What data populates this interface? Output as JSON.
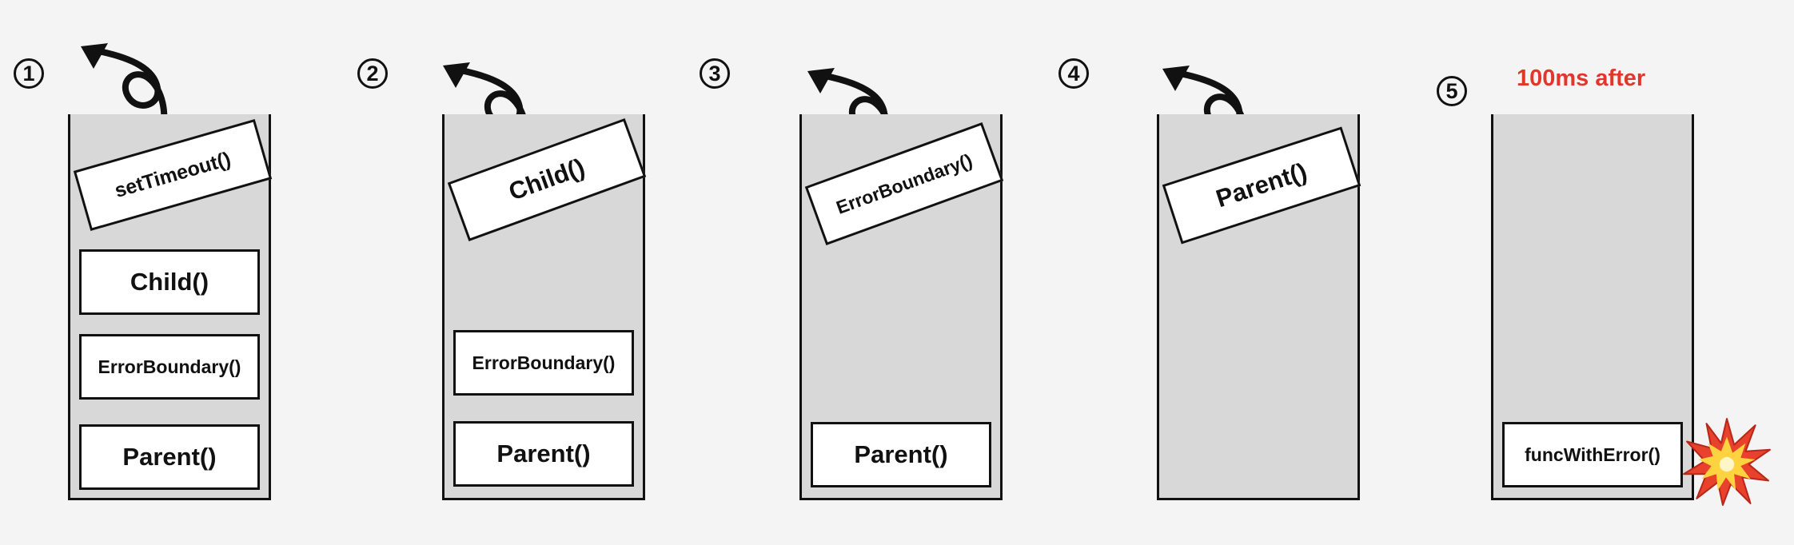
{
  "steps": [
    {
      "number": "1",
      "popping": "setTimeout()",
      "frames": [
        "Child()",
        "ErrorBoundary()",
        "Parent()"
      ]
    },
    {
      "number": "2",
      "popping": "Child()",
      "frames": [
        "ErrorBoundary()",
        "Parent()"
      ]
    },
    {
      "number": "3",
      "popping": "ErrorBoundary()",
      "frames": [
        "Parent()"
      ]
    },
    {
      "number": "4",
      "popping": "Parent()",
      "frames": []
    },
    {
      "number": "5",
      "caption": "100ms after",
      "frames": [
        "funcWithError()"
      ],
      "explosion_icon": "explosion-icon"
    }
  ],
  "colors": {
    "stack_fill": "#d8d8d8",
    "frame_fill": "#ffffff",
    "outline": "#111111",
    "caption": "#e2362b",
    "explosion_outer": "#e8412c",
    "explosion_inner": "#ffd23f"
  },
  "icons": {
    "pop_arrow": "curly-arrow-icon",
    "explosion": "explosion-icon"
  }
}
